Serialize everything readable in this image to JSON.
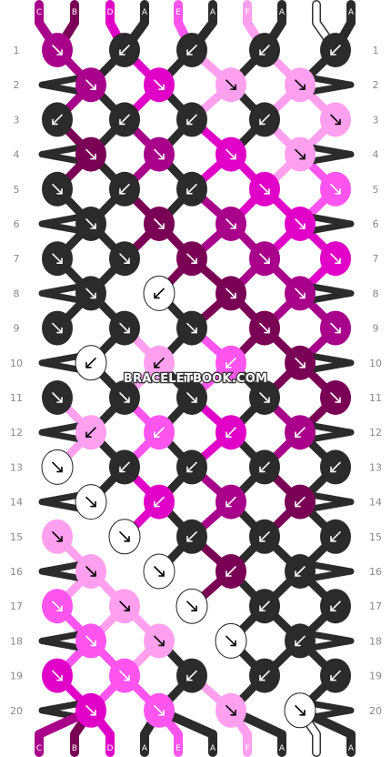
{
  "watermark": "BRACELETBOOK.COM",
  "colors": {
    "A": "#2b2b2b",
    "B": "#7a0055",
    "C": "#a8008a",
    "D": "#e000c8",
    "E": "#ff55ee",
    "F": "#ffa0ee",
    "G": "#ffffff"
  },
  "top_labels": [
    "C",
    "B",
    "D",
    "A",
    "E",
    "A",
    "F",
    "A",
    "G",
    "A"
  ],
  "bottom_labels": [
    "C",
    "B",
    "D",
    "A",
    "E",
    "A",
    "F",
    "A",
    "G",
    "A"
  ],
  "row_numbers": [
    "1",
    "2",
    "3",
    "4",
    "5",
    "6",
    "7",
    "8",
    "9",
    "10",
    "11",
    "12",
    "13",
    "14",
    "15",
    "16",
    "17",
    "18",
    "19",
    "20"
  ],
  "knots": [
    [
      {
        "c": "C",
        "d": "r"
      },
      {
        "c": "A",
        "d": "l"
      },
      {
        "c": "A",
        "d": "l"
      },
      {
        "c": "A",
        "d": "l"
      },
      {
        "c": "A",
        "d": "l"
      }
    ],
    [
      {
        "c": "C",
        "d": "r"
      },
      {
        "c": "D",
        "d": "r"
      },
      {
        "c": "F",
        "d": "r"
      },
      {
        "c": "F",
        "d": "r"
      }
    ],
    [
      {
        "c": "A",
        "d": "l"
      },
      {
        "c": "A",
        "d": "l"
      },
      {
        "c": "A",
        "d": "l"
      },
      {
        "c": "A",
        "d": "l"
      },
      {
        "c": "F",
        "d": "r"
      }
    ],
    [
      {
        "c": "B",
        "d": "r"
      },
      {
        "c": "C",
        "d": "r"
      },
      {
        "c": "D",
        "d": "r"
      },
      {
        "c": "F",
        "d": "r"
      }
    ],
    [
      {
        "c": "A",
        "d": "r"
      },
      {
        "c": "A",
        "d": "l"
      },
      {
        "c": "A",
        "d": "l"
      },
      {
        "c": "D",
        "d": "r"
      },
      {
        "c": "E",
        "d": "r"
      }
    ],
    [
      {
        "c": "A",
        "d": "r"
      },
      {
        "c": "B",
        "d": "r"
      },
      {
        "c": "C",
        "d": "r"
      },
      {
        "c": "D",
        "d": "r"
      }
    ],
    [
      {
        "c": "A",
        "d": "r"
      },
      {
        "c": "A",
        "d": "r"
      },
      {
        "c": "B",
        "d": "r"
      },
      {
        "c": "C",
        "d": "r"
      },
      {
        "c": "D",
        "d": "r"
      }
    ],
    [
      {
        "c": "A",
        "d": "r"
      },
      {
        "c": "G",
        "d": "l"
      },
      {
        "c": "B",
        "d": "r"
      },
      {
        "c": "C",
        "d": "r"
      }
    ],
    [
      {
        "c": "A",
        "d": "r"
      },
      {
        "c": "A",
        "d": "r"
      },
      {
        "c": "A",
        "d": "r"
      },
      {
        "c": "B",
        "d": "r"
      },
      {
        "c": "C",
        "d": "r"
      }
    ],
    [
      {
        "c": "G",
        "d": "l"
      },
      {
        "c": "F",
        "d": "l"
      },
      {
        "c": "E",
        "d": "l"
      },
      {
        "c": "B",
        "d": "r"
      }
    ],
    [
      {
        "c": "A",
        "d": "r"
      },
      {
        "c": "A",
        "d": "r"
      },
      {
        "c": "A",
        "d": "r"
      },
      {
        "c": "A",
        "d": "r"
      },
      {
        "c": "B",
        "d": "r"
      }
    ],
    [
      {
        "c": "F",
        "d": "l"
      },
      {
        "c": "E",
        "d": "l"
      },
      {
        "c": "D",
        "d": "l"
      },
      {
        "c": "C",
        "d": "l"
      }
    ],
    [
      {
        "c": "G",
        "d": "r"
      },
      {
        "c": "A",
        "d": "l"
      },
      {
        "c": "A",
        "d": "l"
      },
      {
        "c": "A",
        "d": "l"
      },
      {
        "c": "A",
        "d": "l"
      }
    ],
    [
      {
        "c": "G",
        "d": "r"
      },
      {
        "c": "D",
        "d": "l"
      },
      {
        "c": "C",
        "d": "l"
      },
      {
        "c": "B",
        "d": "l"
      }
    ],
    [
      {
        "c": "F",
        "d": "r"
      },
      {
        "c": "G",
        "d": "r"
      },
      {
        "c": "A",
        "d": "l"
      },
      {
        "c": "A",
        "d": "l"
      },
      {
        "c": "A",
        "d": "l"
      }
    ],
    [
      {
        "c": "F",
        "d": "r"
      },
      {
        "c": "G",
        "d": "r"
      },
      {
        "c": "B",
        "d": "l"
      },
      {
        "c": "A",
        "d": "l"
      }
    ],
    [
      {
        "c": "E",
        "d": "r"
      },
      {
        "c": "F",
        "d": "r"
      },
      {
        "c": "G",
        "d": "r"
      },
      {
        "c": "A",
        "d": "l"
      },
      {
        "c": "A",
        "d": "l"
      }
    ],
    [
      {
        "c": "E",
        "d": "r"
      },
      {
        "c": "F",
        "d": "r"
      },
      {
        "c": "G",
        "d": "r"
      },
      {
        "c": "A",
        "d": "l"
      }
    ],
    [
      {
        "c": "D",
        "d": "r"
      },
      {
        "c": "E",
        "d": "r"
      },
      {
        "c": "A",
        "d": "l"
      },
      {
        "c": "A",
        "d": "l"
      },
      {
        "c": "A",
        "d": "l"
      }
    ],
    [
      {
        "c": "D",
        "d": "r"
      },
      {
        "c": "E",
        "d": "r"
      },
      {
        "c": "F",
        "d": "r"
      },
      {
        "c": "G",
        "d": "r"
      }
    ]
  ]
}
